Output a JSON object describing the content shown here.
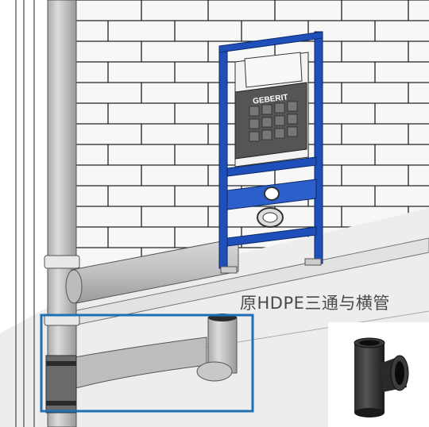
{
  "caption": {
    "text": "原HDPE三通与横管"
  },
  "frame": {
    "brand": "GEBERIT",
    "color": "#1f4fb8"
  },
  "highlight": {
    "color": "#1f6fb2"
  },
  "fitting_icon": "hdpe-tee-fitting"
}
